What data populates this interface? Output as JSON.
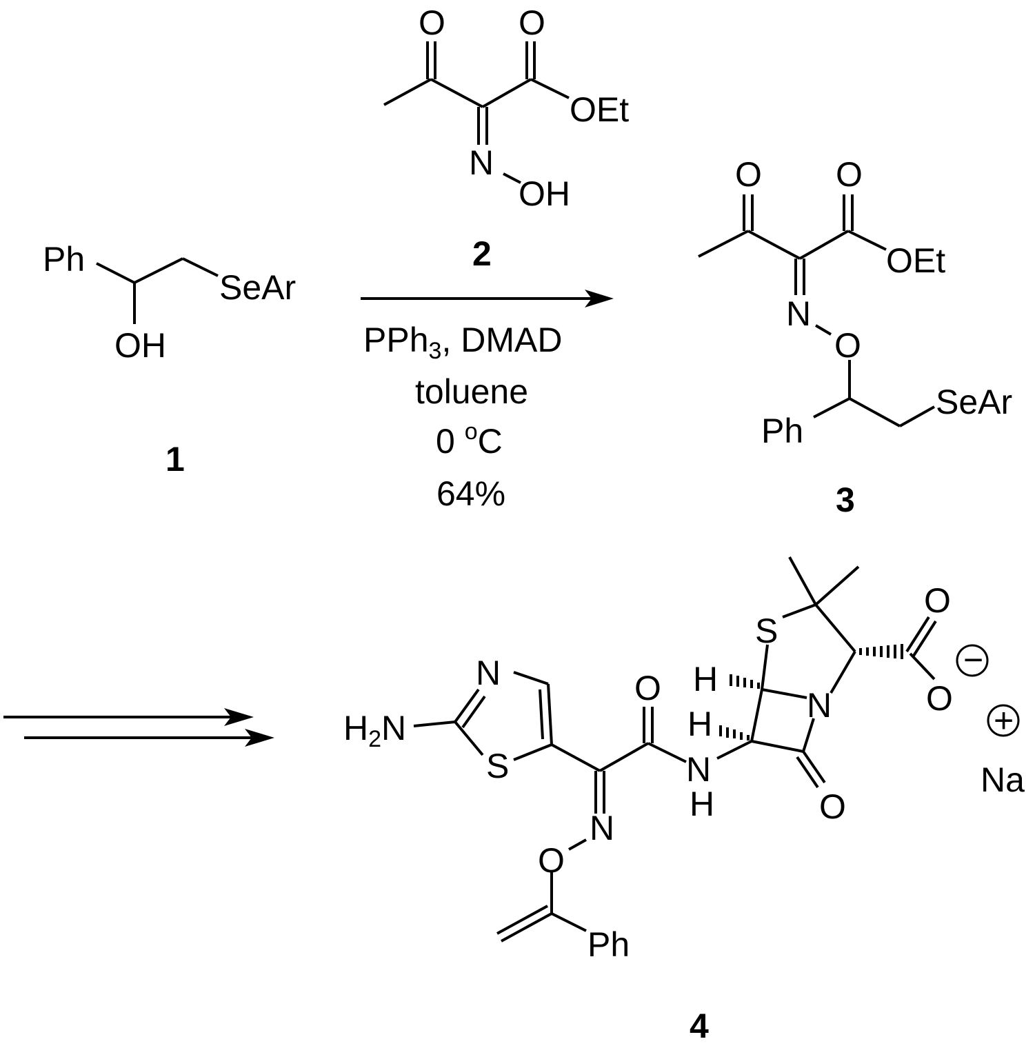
{
  "compounds": [
    {
      "number": "1",
      "labels": {
        "ph": "Ph",
        "sear": "SeAr",
        "oh": "OH"
      }
    },
    {
      "number": "2",
      "labels": {
        "o_ketone": "O",
        "o_ester": "O",
        "oet": "OEt",
        "n": "N",
        "oh": "OH"
      }
    },
    {
      "number": "3",
      "labels": {
        "o_ketone": "O",
        "o_ester": "O",
        "oet": "OEt",
        "n": "N",
        "o": "O",
        "ph": "Ph",
        "sear": "SeAr"
      }
    },
    {
      "number": "4",
      "labels": {
        "n_thiazole": "N",
        "s_thiazole": "S",
        "h2n_h": "H",
        "h2n_2": "2",
        "h2n_n": "N",
        "n_oxime": "N",
        "o_oxime": "O",
        "ph": "Ph",
        "o_amide": "O",
        "nh_n": "N",
        "nh_h": "H",
        "s_ring": "S",
        "h1": "H",
        "h2": "H",
        "n_ring": "N",
        "o_lactam": "O",
        "o_carb": "O",
        "o_carb2": "O",
        "minus": "−",
        "plus": "+",
        "na": "Na"
      }
    }
  ],
  "conditions": {
    "reagent1_main": "PPh",
    "reagent1_sub": "3",
    "reagent1_rest": ", DMAD",
    "solvent": "toluene",
    "temp_value": "0 ",
    "temp_deg": "o",
    "temp_unit": "C",
    "yield": "64%"
  }
}
